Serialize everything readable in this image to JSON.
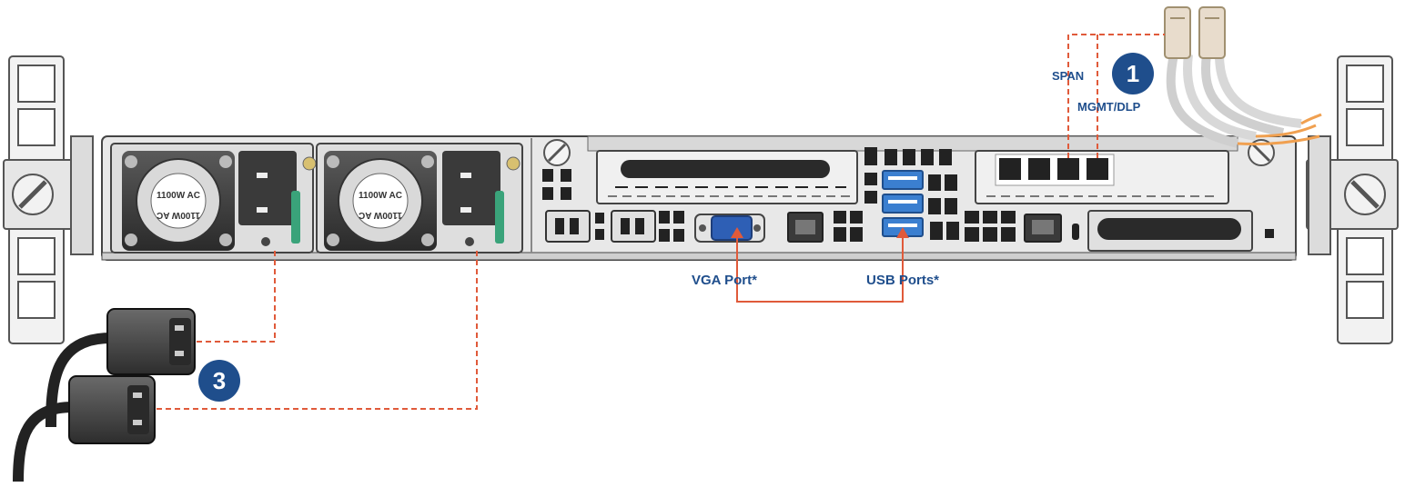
{
  "diagram": {
    "labels": {
      "span": "SPAN",
      "mgmt_dlp": "MGMT/DLP",
      "vga_port": "VGA Port*",
      "usb_ports": "USB Ports*"
    },
    "callouts": {
      "callout_1": "1",
      "callout_3": "3"
    },
    "psu": {
      "rating_1": "1100W AC",
      "rating_1_flipped": "1100W AC",
      "rating_2": "1100W AC",
      "rating_2_flipped": "1100W AC"
    },
    "colors": {
      "label_blue": "#1f4e8c",
      "leader_red": "#e05a3a",
      "usb_blue": "#3b7fd0",
      "fiber_orange": "#f0a050",
      "chassis_gray": "#e6e6e6"
    }
  }
}
